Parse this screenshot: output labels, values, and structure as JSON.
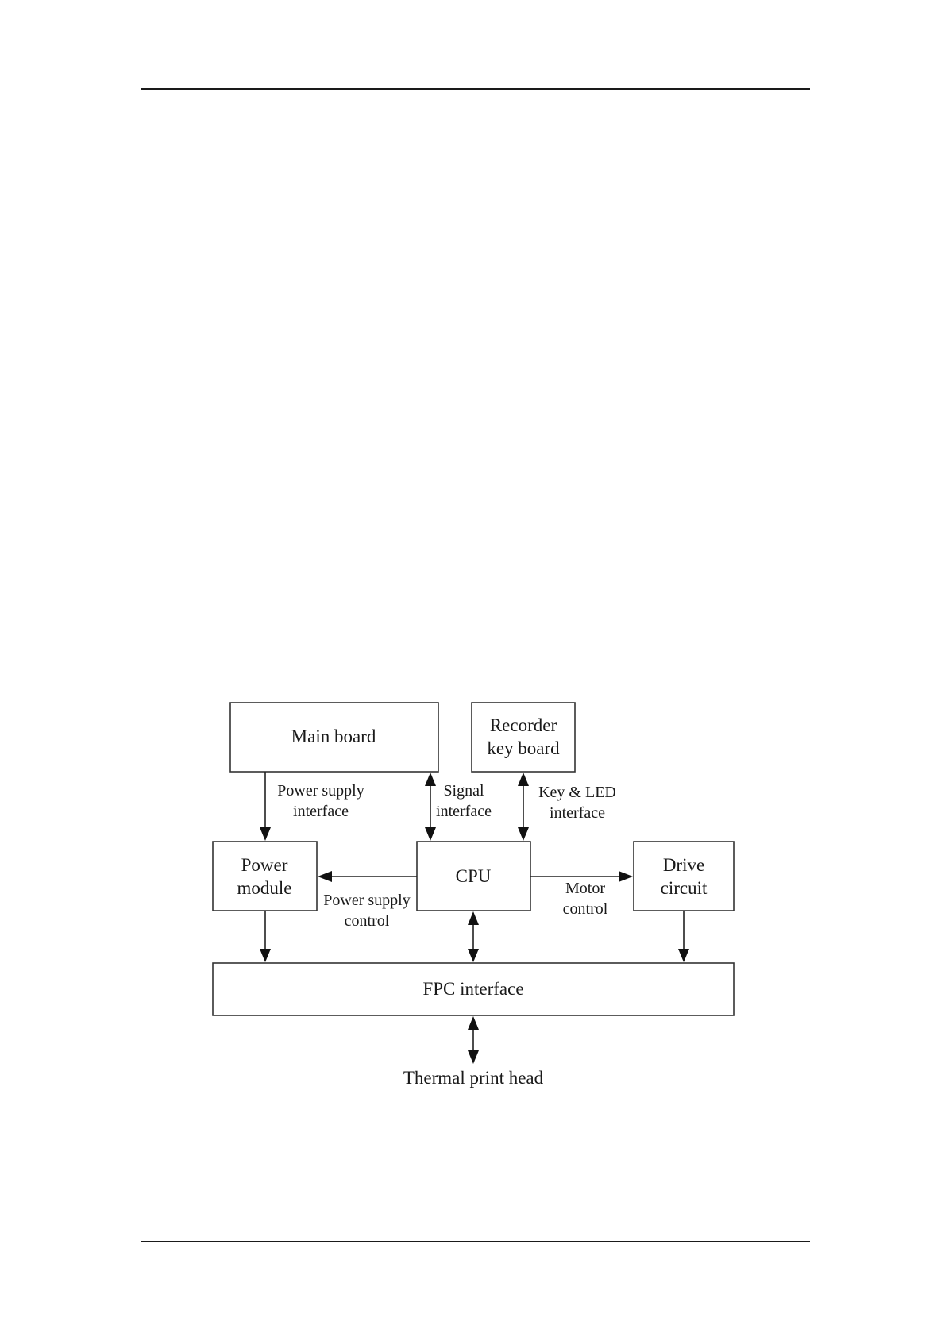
{
  "blocks": {
    "main_board": [
      "Main board"
    ],
    "recorder_keyboard": [
      "Recorder",
      "key board"
    ],
    "power_module": [
      "Power",
      "module"
    ],
    "cpu": [
      "CPU"
    ],
    "drive_circuit": [
      "Drive",
      "circuit"
    ],
    "fpc_interface": [
      "FPC interface"
    ],
    "thermal_print_head": [
      "Thermal print head"
    ]
  },
  "connections": {
    "power_supply_interface": [
      "Power supply",
      "interface"
    ],
    "signal_interface": [
      "Signal",
      "interface"
    ],
    "key_led_interface": [
      "Key & LED",
      "interface"
    ],
    "power_supply_control": [
      "Power supply",
      "control"
    ],
    "motor_control": [
      "Motor",
      "control"
    ]
  }
}
